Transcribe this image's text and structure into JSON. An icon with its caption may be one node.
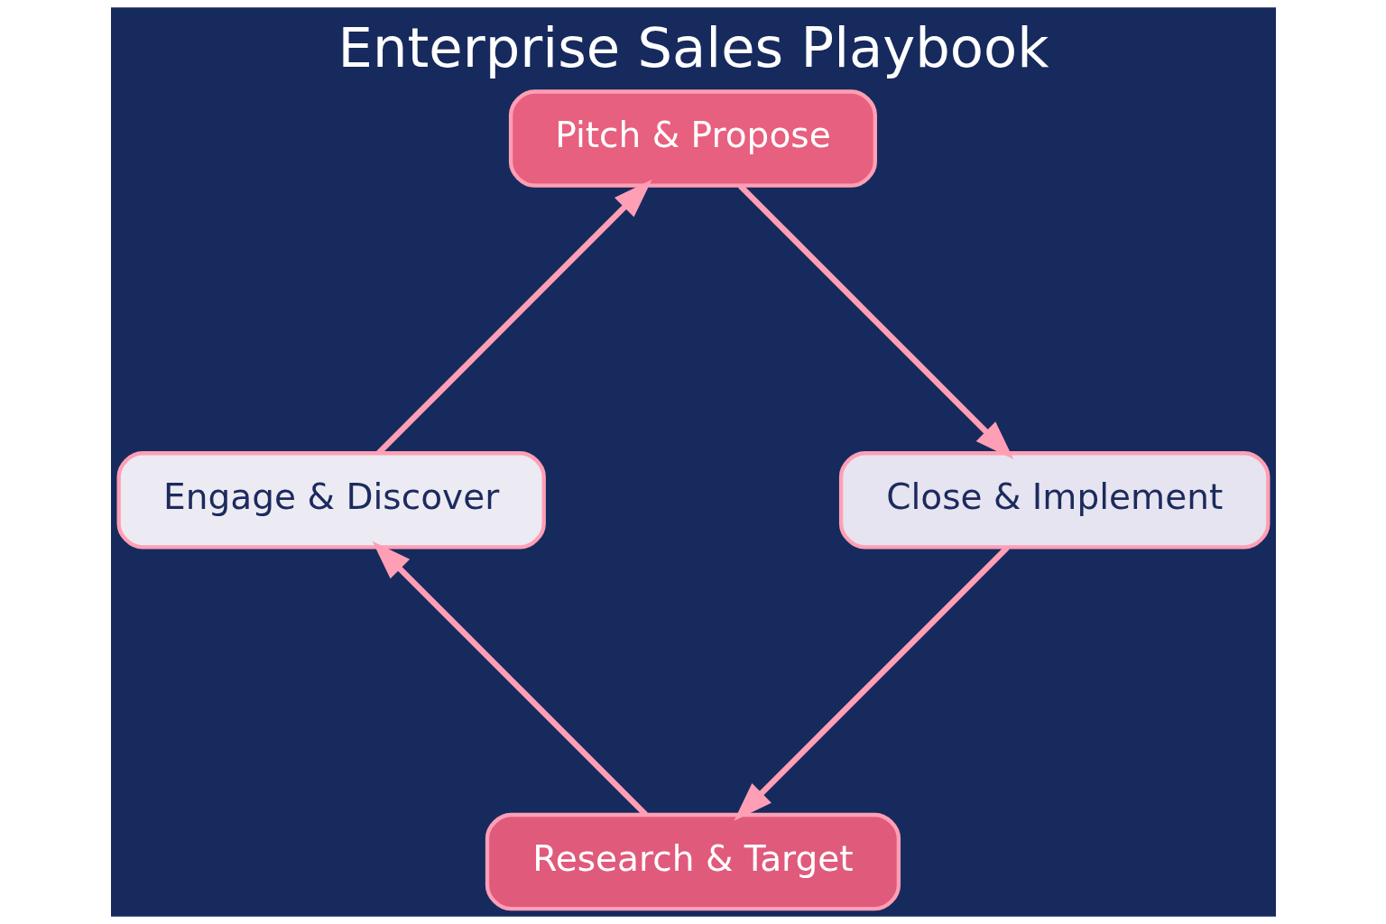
{
  "diagram": {
    "title": "Enterprise Sales Playbook",
    "nodes": [
      {
        "text": [
          "Research & Target"
        ]
      },
      {
        "text": [
          "Engage & Discover"
        ]
      },
      {
        "text": [
          "Pitch & Propose"
        ]
      },
      {
        "text": [
          "Close & Implement"
        ]
      }
    ],
    "edges": [
      {
        "from": 0,
        "to": 1,
        "arrow": "to"
      },
      {
        "from": 1,
        "to": 2,
        "arrow": "to"
      },
      {
        "from": 2,
        "to": 3,
        "arrow": "to"
      },
      {
        "from": 3,
        "to": 0,
        "arrow": "to"
      }
    ]
  }
}
